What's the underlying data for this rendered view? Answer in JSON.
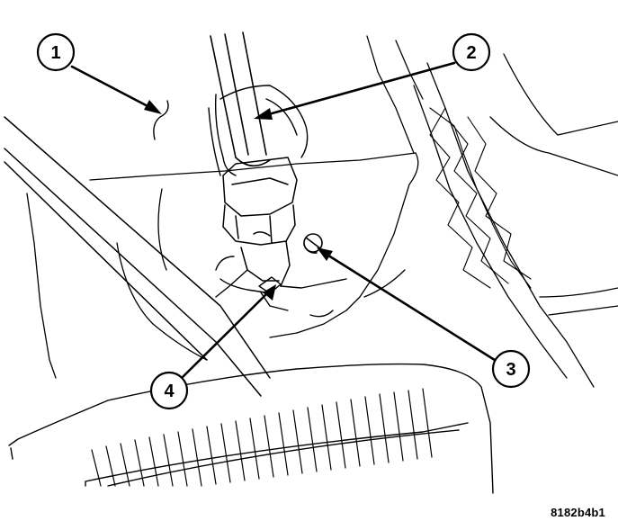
{
  "callouts": [
    {
      "number": "1"
    },
    {
      "number": "2"
    },
    {
      "number": "3"
    },
    {
      "number": "4"
    }
  ],
  "figure_id": "8182b4b1",
  "colors": {
    "ink": "#000000",
    "background": "#ffffff"
  }
}
